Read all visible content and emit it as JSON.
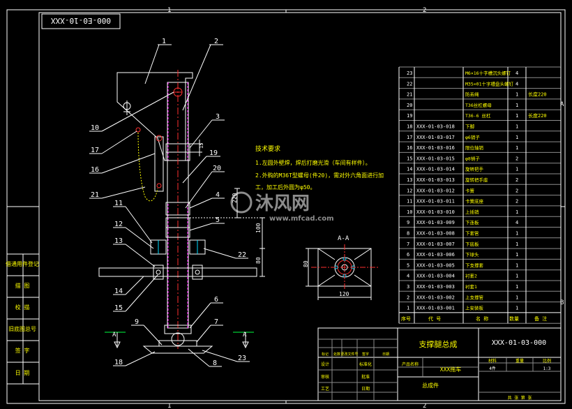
{
  "drawing": {
    "code_stamp": "000-E0-10-XXX",
    "zones_top": [
      "1",
      "2"
    ],
    "zones_bottom": [
      "1",
      "2"
    ],
    "zones_right": [
      "A",
      "B"
    ],
    "tech_req": {
      "title": "技术要求",
      "line1": "1.左圆外壁焊，焊后打磨光滑（车间有样件）。",
      "line2": "2.外购的M36T型螺母(件20)，需对外六角面进行加",
      "line3": "工，加工后外圆为φ50。"
    },
    "section": {
      "label": "A-A",
      "width": "120",
      "height": "80"
    },
    "cut_marks": [
      "A",
      "A"
    ],
    "dims": {
      "d1": "15",
      "d2": "220",
      "d3": "100",
      "d4": "80"
    },
    "balloons": [
      "1",
      "2",
      "3",
      "4",
      "5",
      "6",
      "7",
      "8",
      "9",
      "10",
      "11",
      "12",
      "13",
      "14",
      "15",
      "16",
      "17",
      "18",
      "19",
      "20",
      "21",
      "22",
      "23"
    ],
    "left_strip": [
      "借通用件登记",
      "描 图",
      "校 描",
      "旧底图总号",
      "签 字",
      "日 期"
    ],
    "bom_header": {
      "no": "序号",
      "code": "代 号",
      "name": "名 称",
      "qty": "数量",
      "note": "备 注"
    },
    "bom": [
      {
        "no": "23",
        "code": "",
        "name": "M6×16十字槽沉头螺钉",
        "qty": "4",
        "note": ""
      },
      {
        "no": "22",
        "code": "",
        "name": "M35×01十字槽盘头螺钉",
        "qty": "4",
        "note": ""
      },
      {
        "no": "21",
        "code": "",
        "name": "防丢绳",
        "qty": "1",
        "note": "长度220"
      },
      {
        "no": "20",
        "code": "",
        "name": "T36丝杠螺母",
        "qty": "1",
        "note": ""
      },
      {
        "no": "19",
        "code": "",
        "name": "T36-6 丝杠",
        "qty": "1",
        "note": "长度220"
      },
      {
        "no": "18",
        "code": "XXX-01-03-018",
        "name": "下脚",
        "qty": "1",
        "note": ""
      },
      {
        "no": "17",
        "code": "XXX-01-03-017",
        "name": "φ6销子",
        "qty": "1",
        "note": ""
      },
      {
        "no": "16",
        "code": "XXX-01-03-016",
        "name": "限位轴销",
        "qty": "1",
        "note": ""
      },
      {
        "no": "15",
        "code": "XXX-01-03-015",
        "name": "φ8销子",
        "qty": "2",
        "note": ""
      },
      {
        "no": "14",
        "code": "XXX-01-03-014",
        "name": "旋转把手",
        "qty": "1",
        "note": ""
      },
      {
        "no": "13",
        "code": "XXX-01-03-013",
        "name": "旋转把手座",
        "qty": "2",
        "note": ""
      },
      {
        "no": "12",
        "code": "XXX-01-03-012",
        "name": "卡簧",
        "qty": "2",
        "note": ""
      },
      {
        "no": "11",
        "code": "XXX-01-03-011",
        "name": "卡簧底座",
        "qty": "2",
        "note": ""
      },
      {
        "no": "10",
        "code": "XXX-01-03-010",
        "name": "上插销",
        "qty": "1",
        "note": ""
      },
      {
        "no": "9",
        "code": "XXX-01-03-009",
        "name": "下连板",
        "qty": "4",
        "note": ""
      },
      {
        "no": "8",
        "code": "XXX-01-03-008",
        "name": "下套管",
        "qty": "1",
        "note": ""
      },
      {
        "no": "7",
        "code": "XXX-01-03-007",
        "name": "下底板",
        "qty": "1",
        "note": ""
      },
      {
        "no": "6",
        "code": "XXX-01-03-006",
        "name": "下球头",
        "qty": "1",
        "note": ""
      },
      {
        "no": "5",
        "code": "XXX-01-03-005",
        "name": "下支撑套",
        "qty": "1",
        "note": ""
      },
      {
        "no": "4",
        "code": "XXX-01-03-004",
        "name": "衬套2",
        "qty": "1",
        "note": ""
      },
      {
        "no": "3",
        "code": "XXX-01-03-003",
        "name": "衬套1",
        "qty": "1",
        "note": ""
      },
      {
        "no": "2",
        "code": "XXX-01-03-002",
        "name": "上支撑管",
        "qty": "1",
        "note": ""
      },
      {
        "no": "1",
        "code": "XXX-01-03-001",
        "name": "上安装板",
        "qty": "1",
        "note": ""
      }
    ],
    "title_block": {
      "name": "支撑腿总成",
      "drawing_no": "XXX-01-03-000",
      "product_label": "产品名称",
      "product": "XXX拖车",
      "assembly": "总成件",
      "design": "设计",
      "check": "审核",
      "process": "工艺",
      "std": "标准化",
      "approve": "批准",
      "date": "日期",
      "weight_label": "重量",
      "scale_label": "比例",
      "scale": "1:3",
      "material_label": "材料",
      "material": "4件",
      "sheet_word": "共 张  第 张",
      "sig_small": [
        "标记",
        "处数",
        "更改文件号",
        "签字",
        "日期"
      ]
    },
    "watermark": {
      "brand": "沐风网",
      "url": "www.mfcad.com"
    }
  }
}
